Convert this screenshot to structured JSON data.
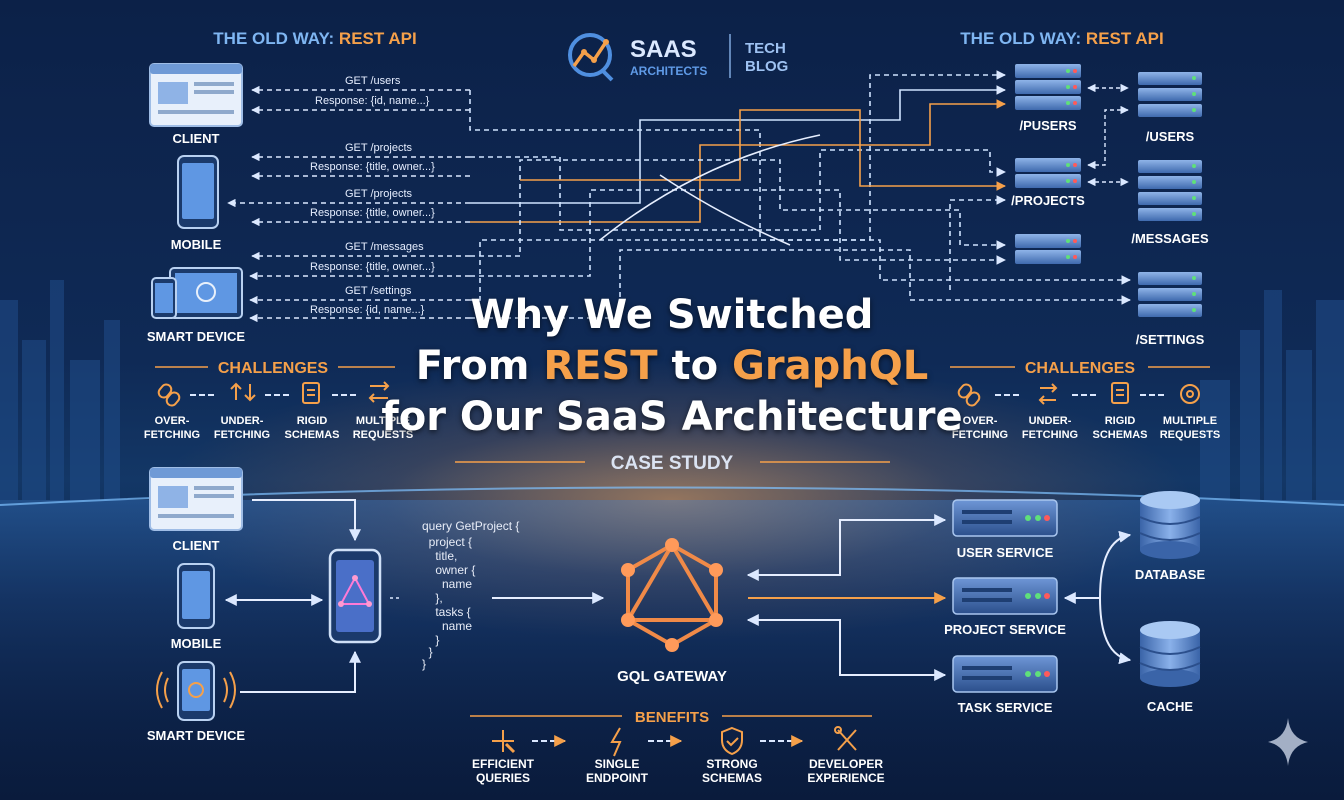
{
  "header": {
    "left_section": {
      "prefix": "THE OLD WAY: ",
      "accent": "REST API"
    },
    "right_section": {
      "prefix": "THE OLD WAY: ",
      "accent": "REST API"
    },
    "brand_top": "SAAS",
    "brand_bottom": "ARCHITECTS",
    "blog_top": "TECH",
    "blog_bottom": "BLOG"
  },
  "rest_clients": [
    "CLIENT",
    "MOBILE",
    "SMART DEVICE"
  ],
  "rest_requests": [
    {
      "req": "GET /users",
      "res": "Response: {id, name...}"
    },
    {
      "req": "GET /projects",
      "res": "Response: {title, owner...}"
    },
    {
      "req": "GET /projects",
      "res": "Response: {title, owner...}"
    },
    {
      "req": "GET /messages",
      "res": "Response: {title, owner...}"
    },
    {
      "req": "GET /settings",
      "res": "Response: {id, name...}"
    }
  ],
  "rest_endpoints_mid": [
    "/PUSERS",
    "/PROJECTS"
  ],
  "rest_endpoints_right": [
    "/USERS",
    "/MESSAGES",
    "/SETTINGS"
  ],
  "title": {
    "line1": "Why We Switched",
    "line2_a": "From ",
    "line2_b": "REST",
    "line2_c": " to ",
    "line2_d": "GraphQL",
    "line3": "for Our SaaS Architecture"
  },
  "challenges": {
    "heading": "CHALLENGES",
    "items": [
      {
        "line1": "OVER-",
        "line2": "FETCHING"
      },
      {
        "line1": "UNDER-",
        "line2": "FETCHING"
      },
      {
        "line1": "RIGID",
        "line2": "SCHEMAS"
      },
      {
        "line1": "MULTIPLE",
        "line2": "REQUESTS"
      }
    ]
  },
  "case_study": "CASE STUDY",
  "gql_clients": [
    "CLIENT",
    "MOBILE",
    "SMART DEVICE"
  ],
  "query_lines": [
    "query GetProject {",
    "  project {",
    "    title,",
    "    owner {",
    "      name",
    "    },",
    "    tasks {",
    "      name",
    "    }",
    "  }",
    "}"
  ],
  "gateway_label": "GQL GATEWAY",
  "services": [
    "USER SERVICE",
    "PROJECT SERVICE",
    "TASK SERVICE"
  ],
  "stores": [
    "DATABASE",
    "CACHE"
  ],
  "benefits": {
    "heading": "BENEFITS",
    "items": [
      {
        "line1": "EFFICIENT",
        "line2": "QUERIES"
      },
      {
        "line1": "SINGLE",
        "line2": "ENDPOINT"
      },
      {
        "line1": "STRONG",
        "line2": "SCHEMAS"
      },
      {
        "line1": "DEVELOPER",
        "line2": "EXPERIENCE"
      }
    ]
  },
  "colors": {
    "accent": "#f5a04a",
    "link": "#cfe3ff",
    "title": "#ffffff"
  }
}
